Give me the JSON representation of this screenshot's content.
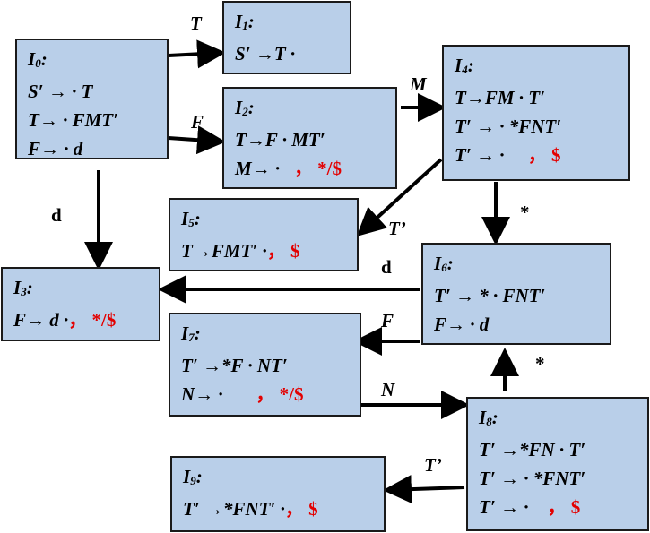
{
  "states": {
    "I0": {
      "name": "I",
      "index": "0",
      "items": [
        "S′ → · T",
        "T→ · FMT′",
        "F→ · d"
      ]
    },
    "I1": {
      "name": "I",
      "index": "1",
      "items": [
        "S′ →T ·"
      ]
    },
    "I2": {
      "name": "I",
      "index": "2",
      "items": [
        "T→F · MT′",
        "M→ ·"
      ],
      "lookaheads": [
        "",
        "， */$"
      ]
    },
    "I3": {
      "name": "I",
      "index": "3",
      "items": [
        "F→ d ·"
      ],
      "lookaheads": [
        "， */$"
      ]
    },
    "I4": {
      "name": "I",
      "index": "4",
      "items": [
        "T→FM · T′",
        "T′ → · *FNT′",
        "T′ → ·"
      ],
      "lookaheads": [
        "",
        "",
        "， $"
      ]
    },
    "I5": {
      "name": "I",
      "index": "5",
      "items": [
        "T→FMT′ ·"
      ],
      "lookaheads": [
        "， $"
      ]
    },
    "I6": {
      "name": "I",
      "index": "6",
      "items": [
        "T′ → * · FNT′",
        "F→ · d"
      ]
    },
    "I7": {
      "name": "I",
      "index": "7",
      "items": [
        "T′ →*F · NT′",
        "N→ ·"
      ],
      "lookaheads": [
        "",
        "， */$"
      ]
    },
    "I8": {
      "name": "I",
      "index": "8",
      "items": [
        "T′ →*FN · T′",
        "T′ → · *FNT′",
        "T′ → ·"
      ],
      "lookaheads": [
        "",
        "",
        "， $"
      ]
    },
    "I9": {
      "name": "I",
      "index": "9",
      "items": [
        "T′ →*FNT′ ·"
      ],
      "lookaheads": [
        "， $"
      ]
    }
  },
  "transitions": [
    {
      "from": "I0",
      "to": "I1",
      "symbol": "T"
    },
    {
      "from": "I0",
      "to": "I2",
      "symbol": "F"
    },
    {
      "from": "I0",
      "to": "I3",
      "symbol": "d"
    },
    {
      "from": "I2",
      "to": "I4",
      "symbol": "M"
    },
    {
      "from": "I4",
      "to": "I5",
      "symbol": "T’"
    },
    {
      "from": "I4",
      "to": "I6",
      "symbol": "*"
    },
    {
      "from": "I6",
      "to": "I3",
      "symbol": "d"
    },
    {
      "from": "I6",
      "to": "I7",
      "symbol": "F"
    },
    {
      "from": "I7",
      "to": "I8",
      "symbol": "N"
    },
    {
      "from": "I8",
      "to": "I6",
      "symbol": "*"
    },
    {
      "from": "I8",
      "to": "I9",
      "symbol": "T’"
    }
  ]
}
